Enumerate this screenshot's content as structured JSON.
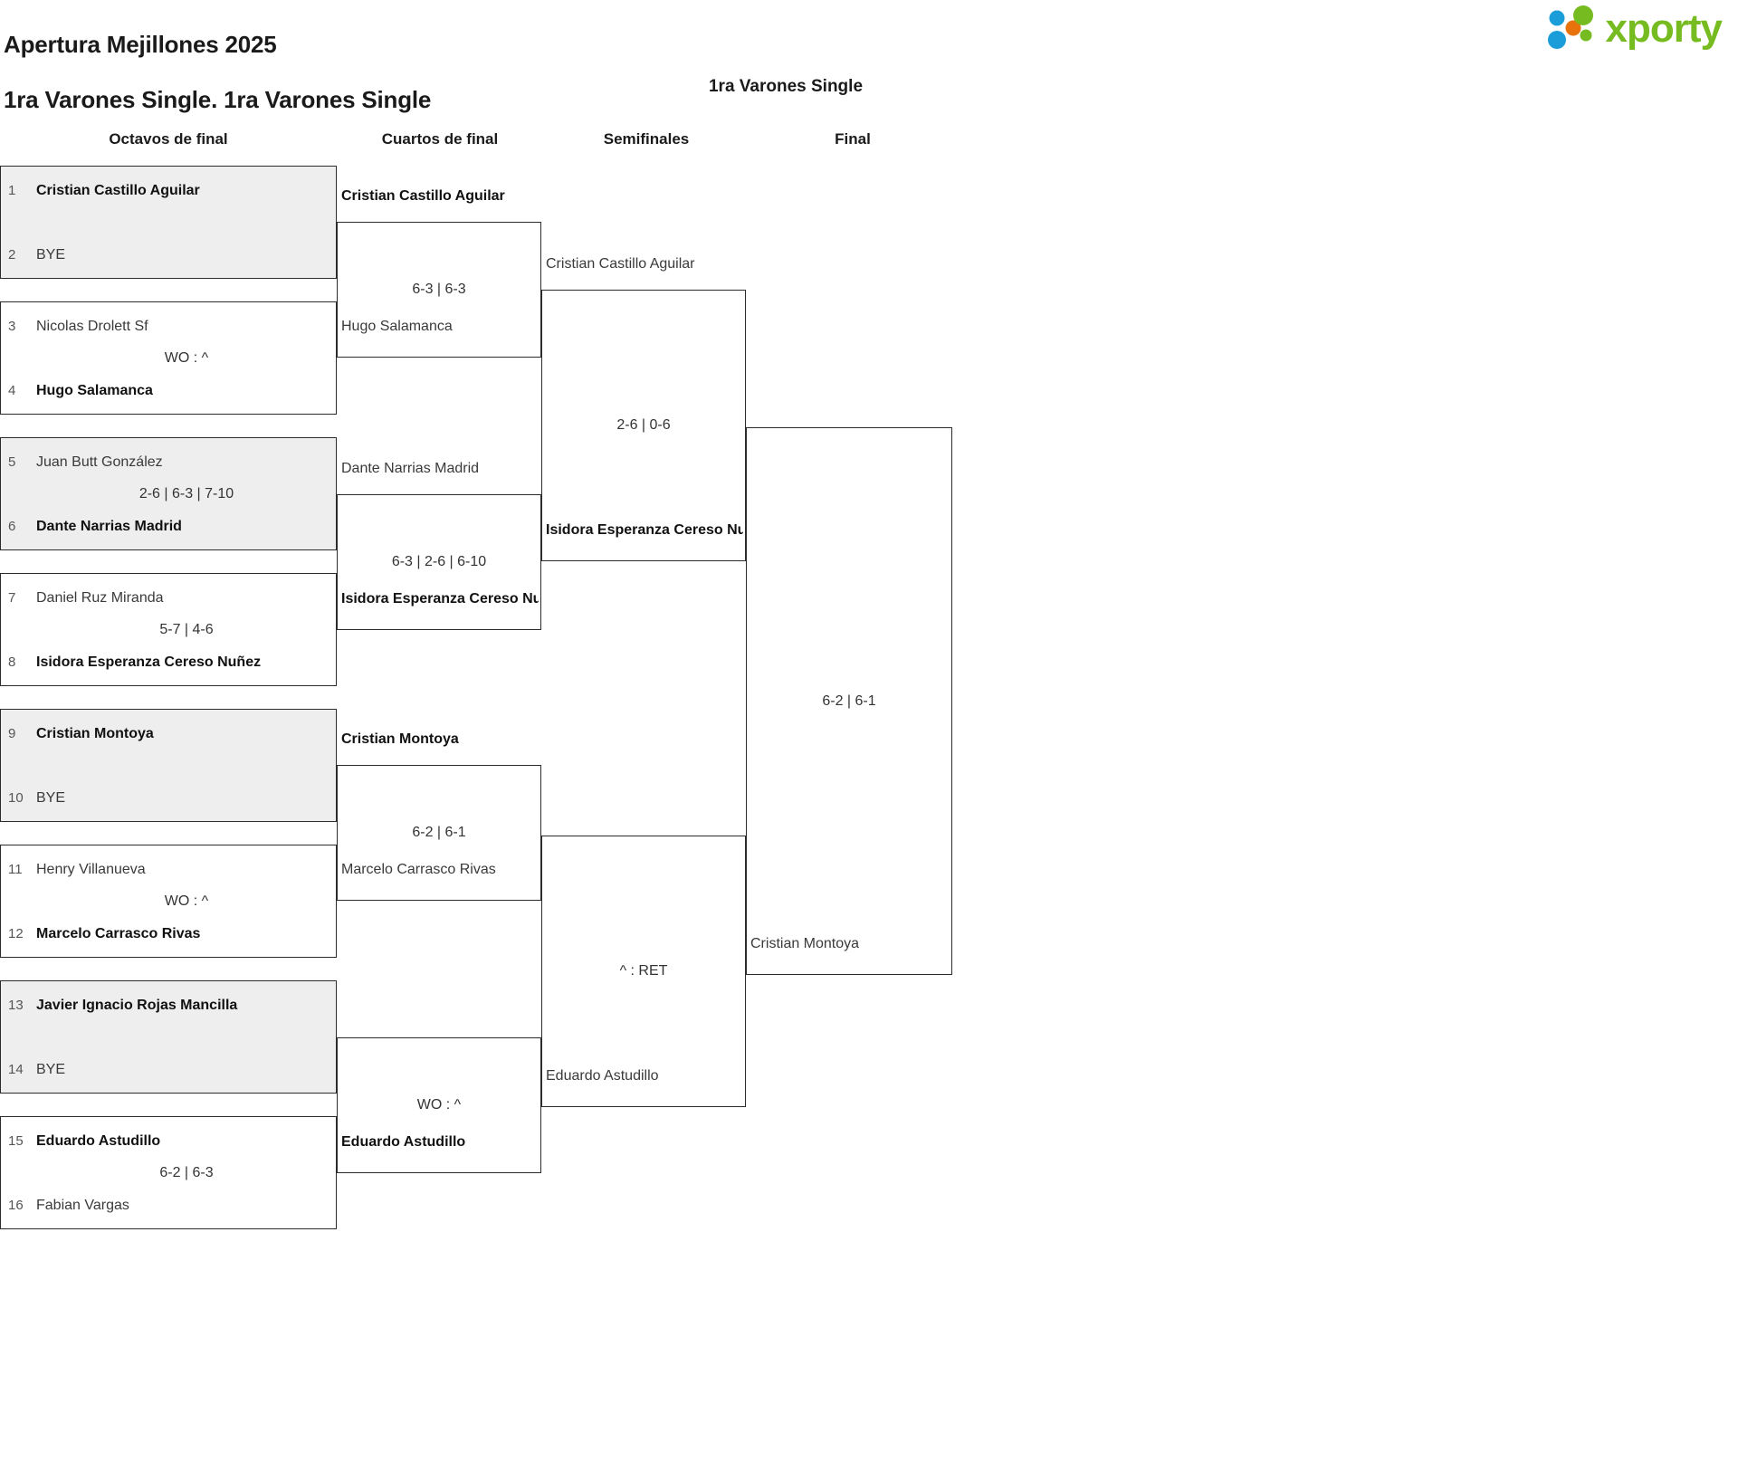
{
  "header": {
    "title_line1": "Apertura Mejillones 2025",
    "title_line2": "1ra Varones Single. 1ra Varones Single",
    "logo_text": "xporty",
    "logo_dot_colors": [
      "#1b9dd9",
      "#e8720c",
      "#76bc21"
    ]
  },
  "draw_title": "1ra Varones Single",
  "columns": [
    {
      "label": "Octavos de final"
    },
    {
      "label": "Cuartos de final"
    },
    {
      "label": "Semifinales"
    },
    {
      "label": "Final"
    }
  ],
  "round1": [
    {
      "seed_top": "1",
      "top": "Cristian Castillo Aguilar",
      "top_bold": true,
      "score": "",
      "seed_bot": "2",
      "bot": "BYE",
      "bot_bold": false
    },
    {
      "seed_top": "3",
      "top": "Nicolas Drolett Sf",
      "top_bold": false,
      "score": "WO : ^",
      "seed_bot": "4",
      "bot": "Hugo Salamanca",
      "bot_bold": true
    },
    {
      "seed_top": "5",
      "top": "Juan Butt González",
      "top_bold": false,
      "score": "2-6 | 6-3 | 7-10",
      "seed_bot": "6",
      "bot": "Dante Narrias Madrid",
      "bot_bold": true
    },
    {
      "seed_top": "7",
      "top": "Daniel Ruz Miranda",
      "top_bold": false,
      "score": "5-7 | 4-6",
      "seed_bot": "8",
      "bot": "Isidora Esperanza Cereso Nuñez",
      "bot_bold": true
    },
    {
      "seed_top": "9",
      "top": "Cristian Montoya",
      "top_bold": true,
      "score": "",
      "seed_bot": "10",
      "bot": "BYE",
      "bot_bold": false
    },
    {
      "seed_top": "11",
      "top": "Henry Villanueva",
      "top_bold": false,
      "score": "WO : ^",
      "seed_bot": "12",
      "bot": "Marcelo Carrasco Rivas",
      "bot_bold": true
    },
    {
      "seed_top": "13",
      "top": "Javier Ignacio Rojas Mancilla",
      "top_bold": true,
      "score": "",
      "seed_bot": "14",
      "bot": "BYE",
      "bot_bold": false
    },
    {
      "seed_top": "15",
      "top": "Eduardo Astudillo",
      "top_bold": true,
      "score": "6-2 | 6-3",
      "seed_bot": "16",
      "bot": "Fabian Vargas",
      "bot_bold": false
    }
  ],
  "round2": [
    {
      "top": "Cristian Castillo Aguilar",
      "top_bold": true,
      "score": "6-3 | 6-3",
      "bot": "Hugo Salamanca",
      "bot_bold": false
    },
    {
      "top": "Dante Narrias Madrid",
      "top_bold": false,
      "score": "6-3 | 2-6 | 6-10",
      "bot": "Isidora Esperanza Cereso Nuñez",
      "bot_bold": true
    },
    {
      "top": "Cristian Montoya",
      "top_bold": true,
      "score": "6-2 | 6-1",
      "bot": "Marcelo Carrasco Rivas",
      "bot_bold": false
    },
    {
      "top": "",
      "top_bold": false,
      "score": "WO : ^",
      "bot": "Eduardo Astudillo",
      "bot_bold": true
    }
  ],
  "round3": [
    {
      "top": "Cristian Castillo Aguilar",
      "top_bold": false,
      "score": "2-6 | 0-6",
      "bot": "Isidora Esperanza Cereso Nuñez",
      "bot_bold": true
    },
    {
      "top": "",
      "top_bold": false,
      "score": "^ : RET",
      "bot": "Eduardo Astudillo",
      "bot_bold": false
    }
  ],
  "round4": [
    {
      "top": "",
      "top_bold": false,
      "score": "6-2 | 6-1",
      "bot": "Cristian Montoya",
      "bot_bold": false
    }
  ]
}
